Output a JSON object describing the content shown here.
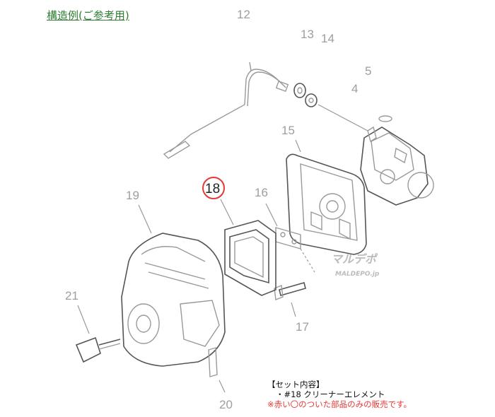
{
  "title": "構造例(ご参考用)",
  "callouts": {
    "n4": "4",
    "n5": "5",
    "n12": "12",
    "n13": "13",
    "n14": "14",
    "n15": "15",
    "n16": "16",
    "n17": "17",
    "n18": "18",
    "n19": "19",
    "n20": "20",
    "n21": "21"
  },
  "highlight_color": "#e53935",
  "watermark": {
    "main": "マルデポ",
    "sub": "MALDEPO.jp"
  },
  "set_contents": {
    "heading": "【セット内容】",
    "item": "・#18 クリーナーエレメント",
    "note": "※赤い〇のついた部品のみの販売です。"
  }
}
